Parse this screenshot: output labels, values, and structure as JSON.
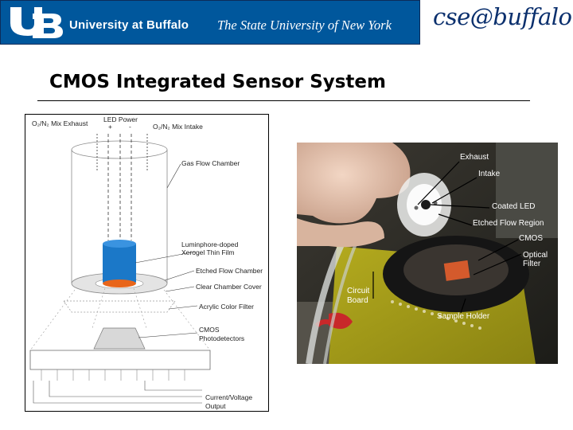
{
  "header": {
    "university_name": "University at Buffalo",
    "university_tagline": "The State University of New York",
    "department_logo": "cse@buffalo",
    "colors": {
      "banner_blue": "#00579c",
      "cse_navy": "#0a2f6d"
    }
  },
  "slide": {
    "title": "CMOS Integrated Sensor System"
  },
  "diagram": {
    "labels": {
      "exhaust": "O₂/N₂ Mix Exhaust",
      "led_power": "LED Power",
      "led_plus": "+",
      "led_minus": "-",
      "intake": "O₂/N₂ Mix Intake",
      "gas_flow_chamber": "Gas Flow Chamber",
      "xerogel_line1": "Luminphore-doped",
      "xerogel_line2": "Xerogel Thin Film",
      "etched_flow_chamber": "Etched Flow Chamber",
      "clear_chamber_cover": "Clear Chamber Cover",
      "acrylic_color_filter": "Acrylic Color Filter",
      "cmos_line1": "CMOS",
      "cmos_line2": "Photodetectors",
      "current_voltage_line1": "Current/Voltage",
      "current_voltage_line2": "Output"
    },
    "colors": {
      "film_blue": "#1b78c8",
      "film_orange": "#e8651a"
    }
  },
  "photo": {
    "labels": {
      "exhaust": "Exhaust",
      "intake": "Intake",
      "coated_led": "Coated LED",
      "etched_flow_region": "Etched Flow Region",
      "cmos": "CMOS",
      "optical_line1": "Optical",
      "optical_line2": "Filter",
      "circuit_line1": "Circuit",
      "circuit_line2": "Board",
      "sample_holder": "Sample Holder"
    }
  }
}
